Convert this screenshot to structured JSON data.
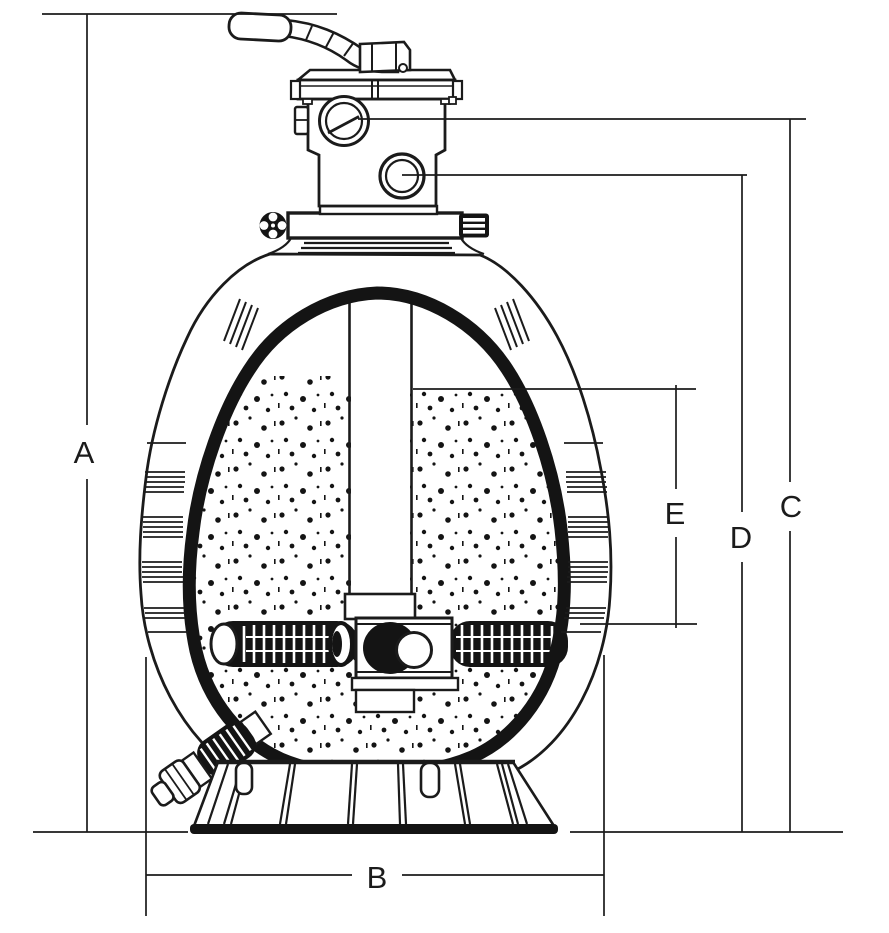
{
  "diagram": {
    "kind": "sand-filter-cross-section-dimension-drawing",
    "colors": {
      "line": "#1b1b1b",
      "background": "#ffffff"
    },
    "dimension_labels": {
      "a": "A",
      "b": "B",
      "c": "C",
      "d": "D",
      "e": "E"
    },
    "parts": [
      "valve-handle",
      "multiport-valve",
      "pressure-gauge-port",
      "side-port",
      "tank-clamp",
      "filter-tank",
      "tank-wall",
      "sand-media",
      "standpipe",
      "lateral-assembly",
      "drain-port",
      "base-pedestal",
      "ground-line"
    ]
  }
}
